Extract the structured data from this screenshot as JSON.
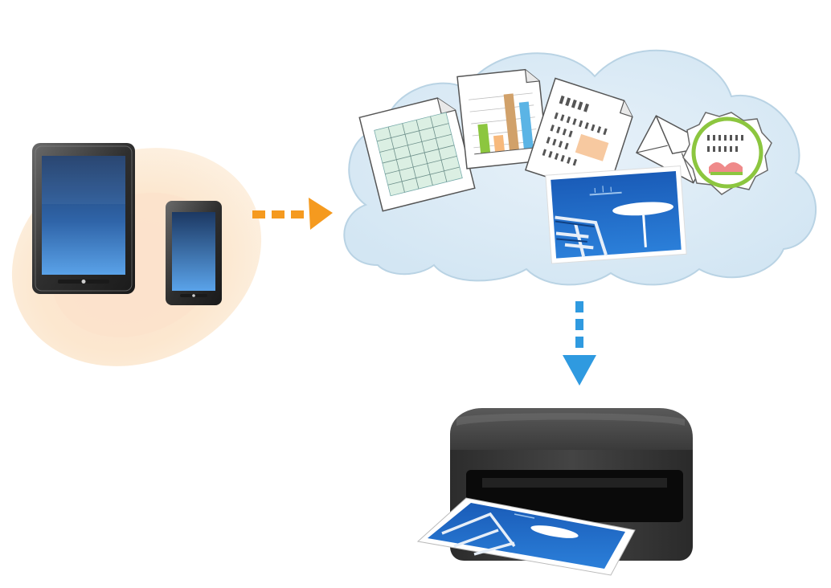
{
  "diagram": {
    "background": "#ffffff",
    "devices": {
      "glow_color": "#fbe3c0",
      "glow_inner_color": "#fde9d5",
      "icon_names": [
        "tablet-icon",
        "smartphone-icon"
      ],
      "screen_top_color": "#2a4f84",
      "screen_bottom_color": "#4a8fd6",
      "bezel_color": "#3b3b3b"
    },
    "arrow_to_cloud": {
      "style": "dotted",
      "color": "#f59a1f",
      "direction": "right"
    },
    "cloud": {
      "fill": "#d9eaf5",
      "outline": "#b9d3e4",
      "documents": [
        "spreadsheet-icon",
        "bar-chart-document-icon",
        "text-document-icon",
        "envelope-icon",
        "calendar-icon",
        "photo-icon"
      ],
      "bar_chart_colors": [
        "#8cc63f",
        "#f7b97c",
        "#d1a16a",
        "#5bb4e5"
      ]
    },
    "arrow_to_printer": {
      "style": "dotted",
      "color": "#2f9ae0",
      "direction": "down"
    },
    "printer": {
      "icon_name": "printer-icon",
      "body_color": "#3a3a3a",
      "top_color": "#4a4a4a",
      "output": "photo-print"
    },
    "photo": {
      "sky_color": "#1f66c2",
      "chair_color": "#e6eef8",
      "table_color": "#ffffff"
    }
  }
}
